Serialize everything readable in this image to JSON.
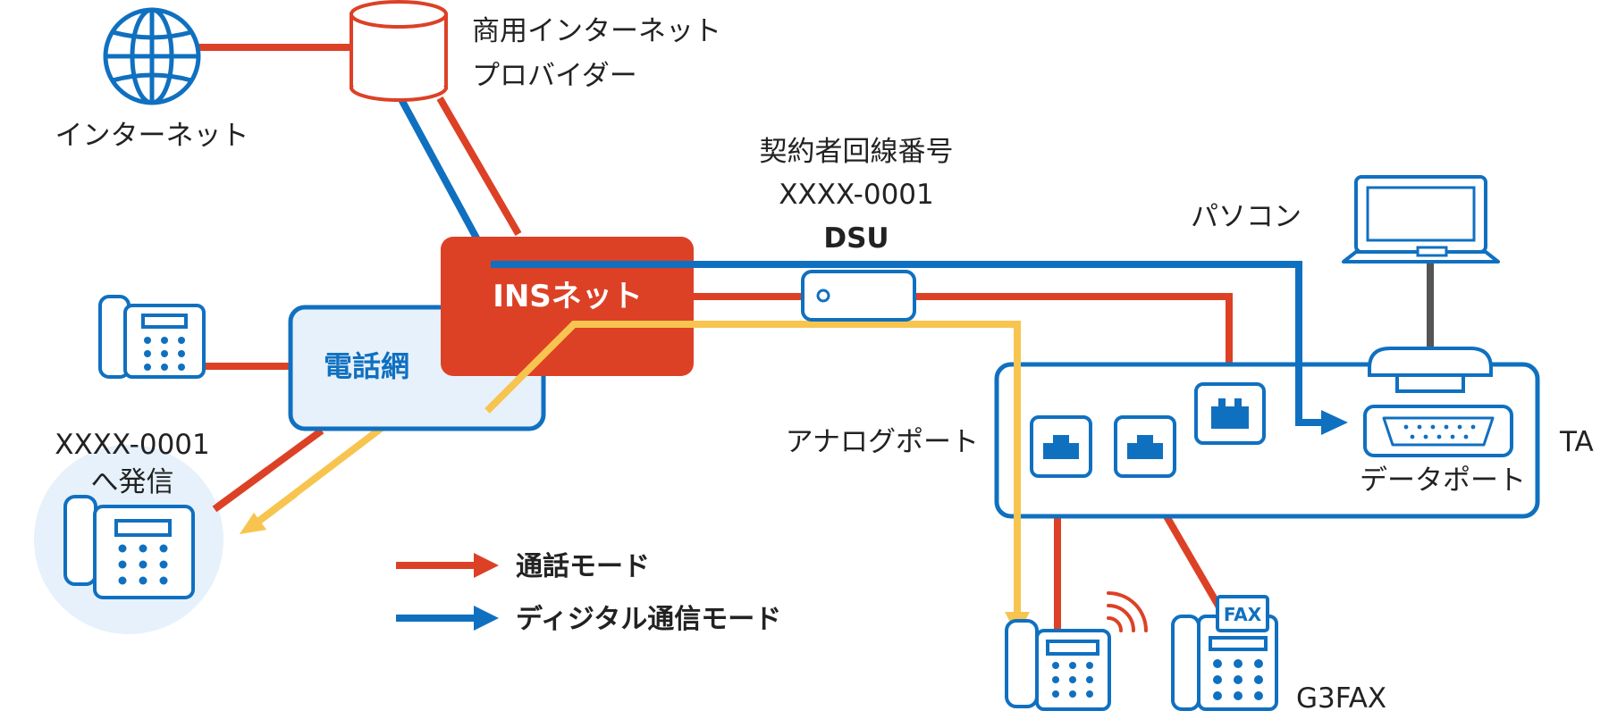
{
  "colors": {
    "red": "#dc4126",
    "blue": "#1070c0",
    "yellow": "#f7c54f",
    "light_blue": "#e6f1fb",
    "gray": "#555555",
    "text": "#222222",
    "white": "#ffffff"
  },
  "labels": {
    "internet": "インターネット",
    "isp_line1": "商用インターネット",
    "isp_line2": "プロバイダー",
    "contract_title": "契約者回線番号",
    "contract_number": "XXXX-0001",
    "dsu": "DSU",
    "ins_net": "INSネット",
    "phone_network": "電話網",
    "pc": "パソコン",
    "analog_port": "アナログポート",
    "ta": "TA",
    "data_port": "データポート",
    "call_target_number": "XXXX-0001",
    "call_target_suffix": "へ発信",
    "g3fax": "G3FAX",
    "fax_sheet": "FAX"
  },
  "legend": [
    {
      "label": "通話モード",
      "color": "red"
    },
    {
      "label": "ディジタル通信モード",
      "color": "blue"
    }
  ],
  "icons": {
    "globe": "globe-icon",
    "isp_server": "database-icon",
    "phone_left": "telephone-icon",
    "phone_called": "telephone-icon",
    "pc": "laptop-icon",
    "port_isdn": "isdn-port-icon",
    "port_analog": "analog-port-icon",
    "port_serial": "serial-port-icon",
    "phone_ringing": "telephone-ringing-icon",
    "fax": "fax-icon"
  }
}
